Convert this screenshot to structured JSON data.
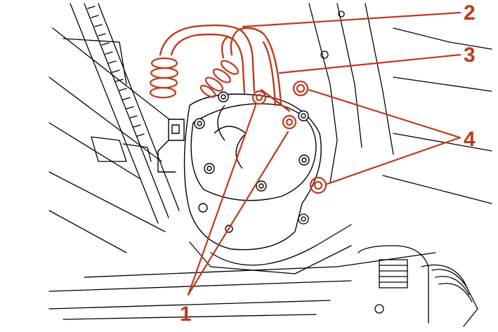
{
  "colors": {
    "line_art": "#000000",
    "highlight": "#c0391b",
    "background": "#ffffff"
  },
  "callouts": [
    {
      "id": "1",
      "label": "1"
    },
    {
      "id": "2",
      "label": "2"
    },
    {
      "id": "3",
      "label": "3"
    },
    {
      "id": "4",
      "label": "4"
    }
  ]
}
